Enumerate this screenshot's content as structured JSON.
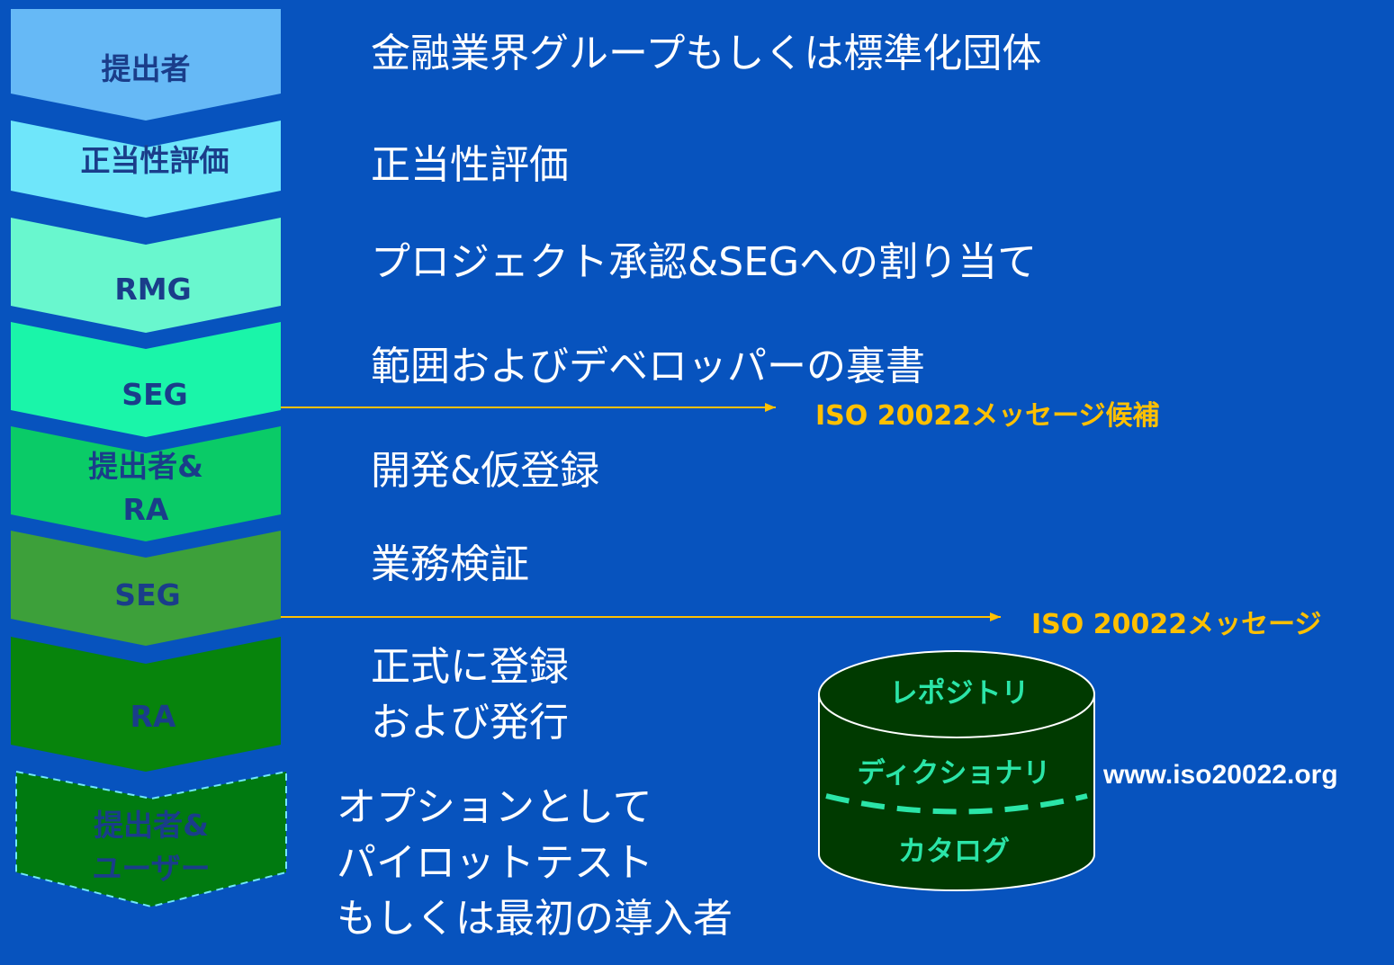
{
  "colors": {
    "background": "#0753BE",
    "arrow": "#FFC000",
    "database_fill": "#003A00",
    "database_text": "#2BE5A8"
  },
  "stages": [
    {
      "id": "submitter",
      "label_lines": [
        "提出者"
      ],
      "fill": "#66B9F6",
      "description_lines": [
        "金融業界グループもしくは標準化団体"
      ]
    },
    {
      "id": "justification",
      "label_lines": [
        "正当性評価"
      ],
      "fill": "#6FE6FA",
      "description_lines": [
        "正当性評価"
      ]
    },
    {
      "id": "rmg",
      "label_lines": [
        "RMG"
      ],
      "fill": "#69F7CE",
      "description_lines": [
        "プロジェクト承認&SEGへの割り当て"
      ]
    },
    {
      "id": "seg1",
      "label_lines": [
        "SEG"
      ],
      "fill": "#1AF5A9",
      "description_lines": [
        "範囲およびデベロッパーの裏書"
      ]
    },
    {
      "id": "submitter-ra",
      "label_lines": [
        "提出者&",
        "RA"
      ],
      "fill": "#0ACB67",
      "description_lines": [
        "開発&仮登録"
      ]
    },
    {
      "id": "seg2",
      "label_lines": [
        "SEG"
      ],
      "fill": "#3DA03A",
      "description_lines": [
        "業務検証"
      ]
    },
    {
      "id": "ra",
      "label_lines": [
        "RA"
      ],
      "fill": "#07840C",
      "description_lines": [
        "正式に登録",
        "および発行"
      ]
    },
    {
      "id": "submitter-user",
      "label_lines": [
        "提出者&",
        "ユーザー"
      ],
      "fill": "#007A10",
      "dashed": true,
      "description_lines": [
        "オプションとして",
        "パイロットテスト",
        "もしくは最初の導入者"
      ]
    }
  ],
  "outcomes": [
    {
      "id": "candidate",
      "text": "ISO 20022メッセージ候補"
    },
    {
      "id": "message",
      "text": "ISO 20022メッセージ"
    }
  ],
  "repository": {
    "title": "レポジトリ",
    "dictionary": "ディクショナリ",
    "catalog": "カタログ"
  },
  "website": "www.iso20022.org"
}
